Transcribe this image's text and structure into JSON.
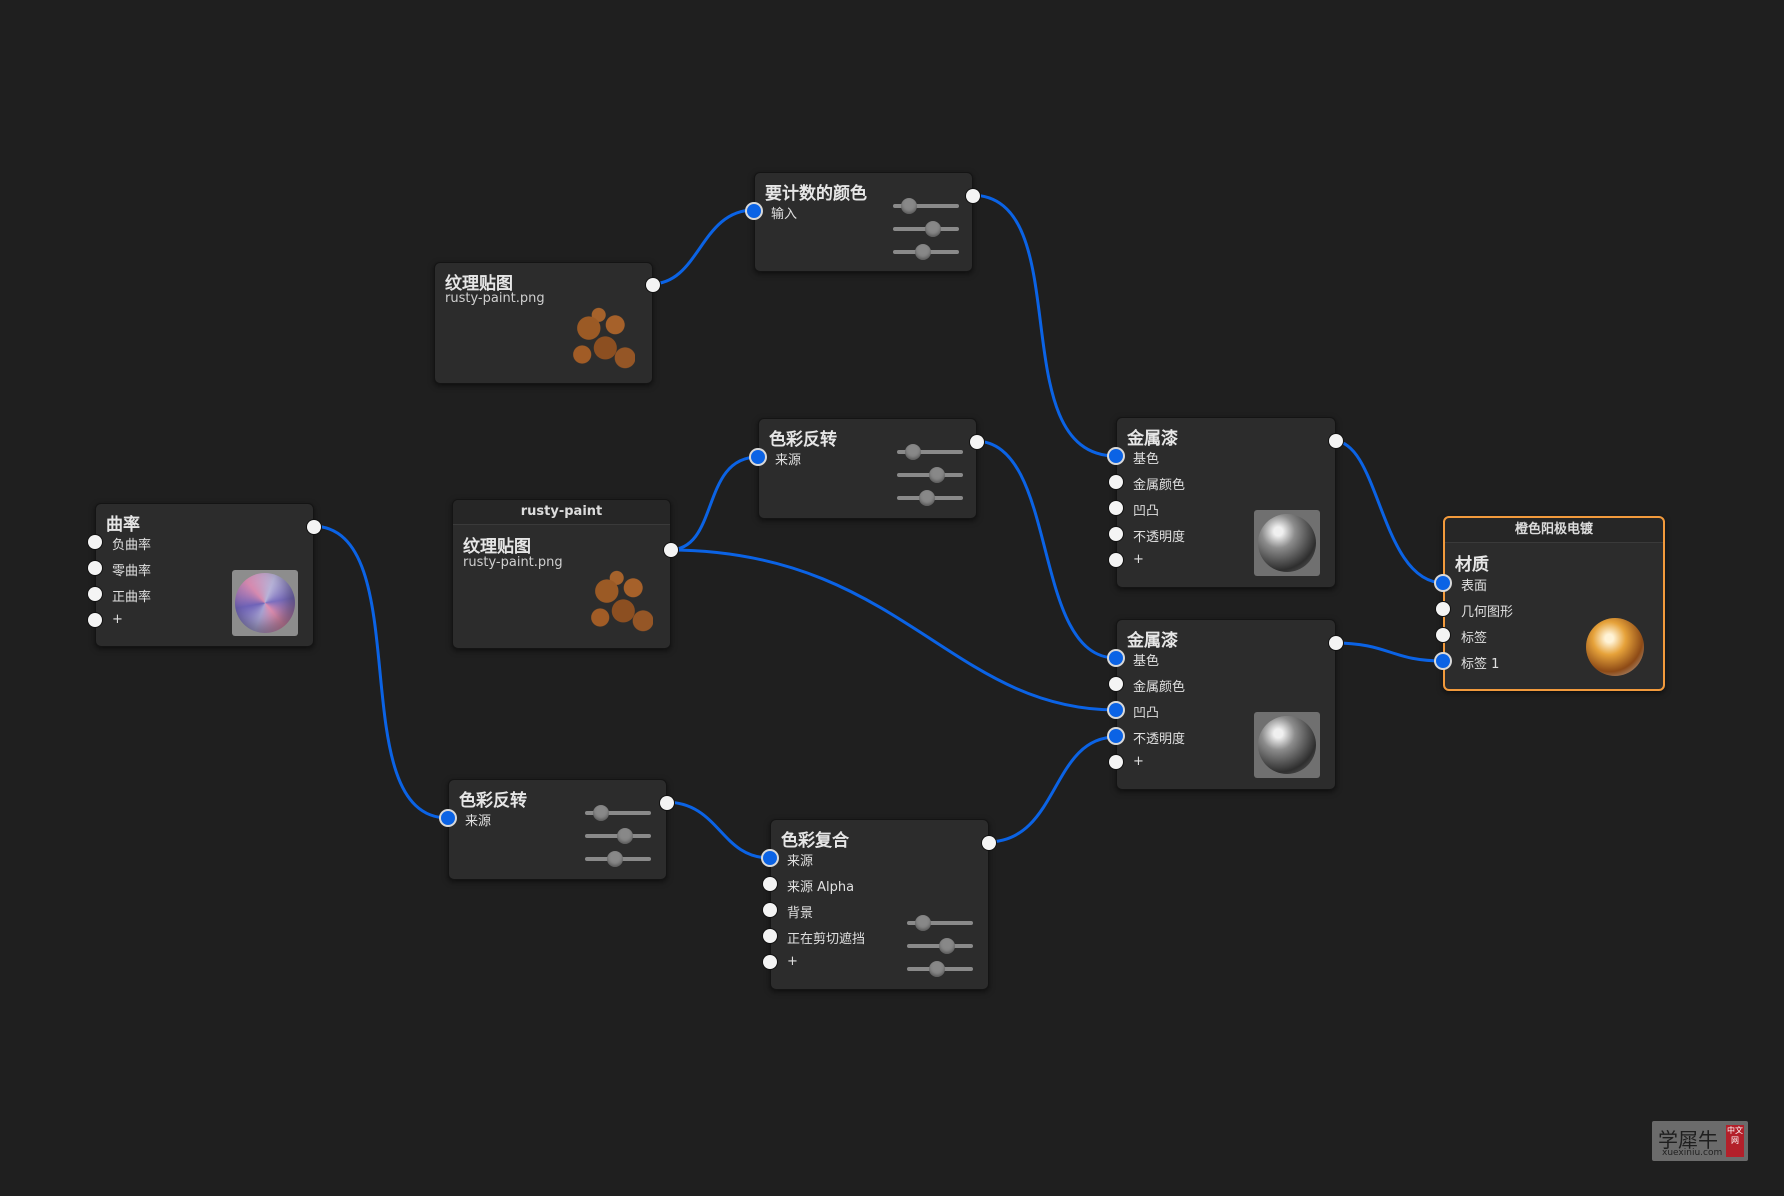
{
  "nodes": {
    "color_to_count": {
      "title": "要计数的颜色",
      "ports": {
        "in_0": "输入"
      }
    },
    "texture_top": {
      "title": "纹理贴图",
      "filename": "rusty-paint.png"
    },
    "color_invert_top": {
      "title": "色彩反转",
      "ports": {
        "in_0": "来源"
      }
    },
    "texture_mid": {
      "header": "rusty-paint",
      "title": "纹理贴图",
      "filename": "rusty-paint.png"
    },
    "curvature": {
      "title": "曲率",
      "ports": {
        "in_0": "负曲率",
        "in_1": "零曲率",
        "in_2": "正曲率",
        "in_3": "+"
      }
    },
    "metal_paint_top": {
      "title": "金属漆",
      "ports": {
        "in_0": "基色",
        "in_1": "金属颜色",
        "in_2": "凹凸",
        "in_3": "不透明度",
        "in_4": "+"
      }
    },
    "metal_paint_bottom": {
      "title": "金属漆",
      "ports": {
        "in_0": "基色",
        "in_1": "金属颜色",
        "in_2": "凹凸",
        "in_3": "不透明度",
        "in_4": "+"
      }
    },
    "color_invert_bottom": {
      "title": "色彩反转",
      "ports": {
        "in_0": "来源"
      }
    },
    "color_composite": {
      "title": "色彩复合",
      "ports": {
        "in_0": "来源",
        "in_1": "来源 Alpha",
        "in_2": "背景",
        "in_3": "正在剪切遮挡",
        "in_4": "+"
      }
    },
    "material": {
      "header": "橙色阳极电镀",
      "title": "材质",
      "ports": {
        "in_0": "表面",
        "in_1": "几何图形",
        "in_2": "标签",
        "in_3": "标签 1"
      }
    }
  },
  "colors": {
    "background": "#1f1f1f",
    "wire": "#0b63e5",
    "selection": "#f29a3c"
  },
  "watermark": {
    "main": "学犀牛",
    "small": "xuexiniu.com",
    "badge": "中文网"
  }
}
